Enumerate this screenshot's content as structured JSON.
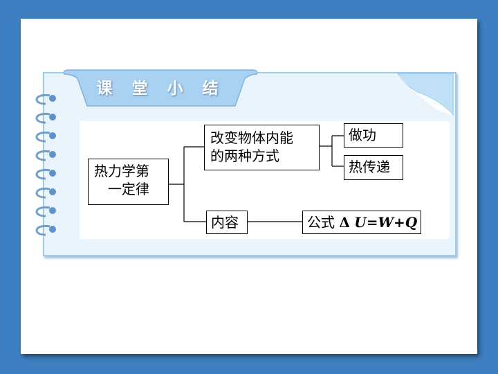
{
  "header": {
    "title": "课 堂 小 结"
  },
  "diagram": {
    "root": {
      "line1": "热力学第",
      "line2": "一定律"
    },
    "branch_methods": {
      "line1": "改变物体内能",
      "line2": "的两种方式"
    },
    "leaf_work": "做功",
    "leaf_heat": "热传递",
    "branch_content": "内容",
    "formula": {
      "prefix": "公式",
      "delta": "Δ",
      "U": "U",
      "eq": "=",
      "W": "W",
      "plus": "+",
      "Q": "Q"
    }
  },
  "colors": {
    "background": "#3d7fc0",
    "tab": "#a9d1f2",
    "notebook": "#eaf4fc"
  }
}
